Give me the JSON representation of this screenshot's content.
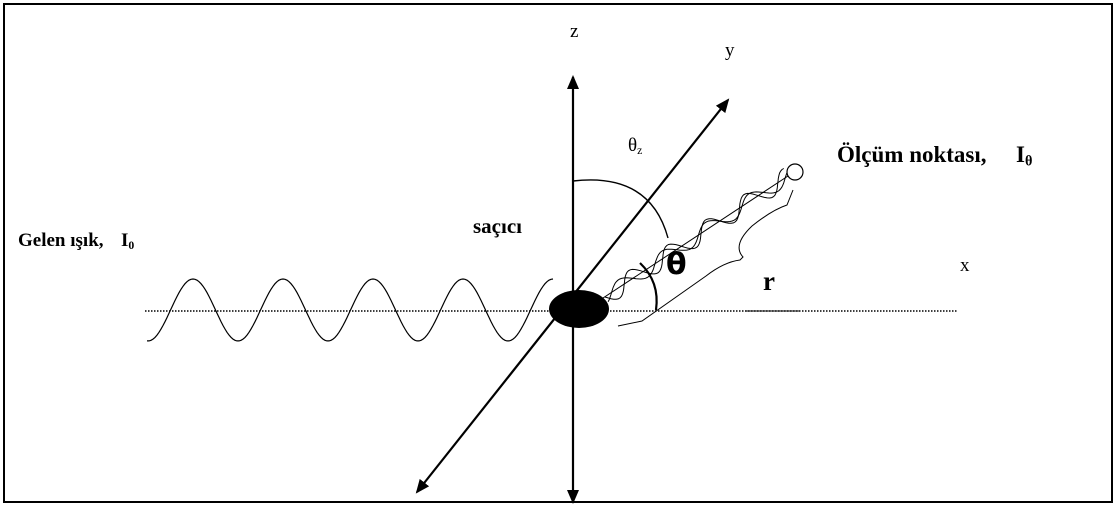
{
  "diagram": {
    "labels": {
      "z_axis": "z",
      "y_axis": "y",
      "x_axis": "x",
      "theta_z": "θ",
      "theta_z_sub": "z",
      "measurement_point": "Ölçüm noktası,",
      "measurement_intensity": "I",
      "measurement_intensity_sub": "θ",
      "incident_light": "Gelen ışık,",
      "incident_intensity": "I",
      "incident_intensity_sub": "0",
      "scatterer": "saçıcı",
      "theta": "θ",
      "distance": "r"
    },
    "colors": {
      "ink": "#000000",
      "background": "#ffffff"
    }
  }
}
